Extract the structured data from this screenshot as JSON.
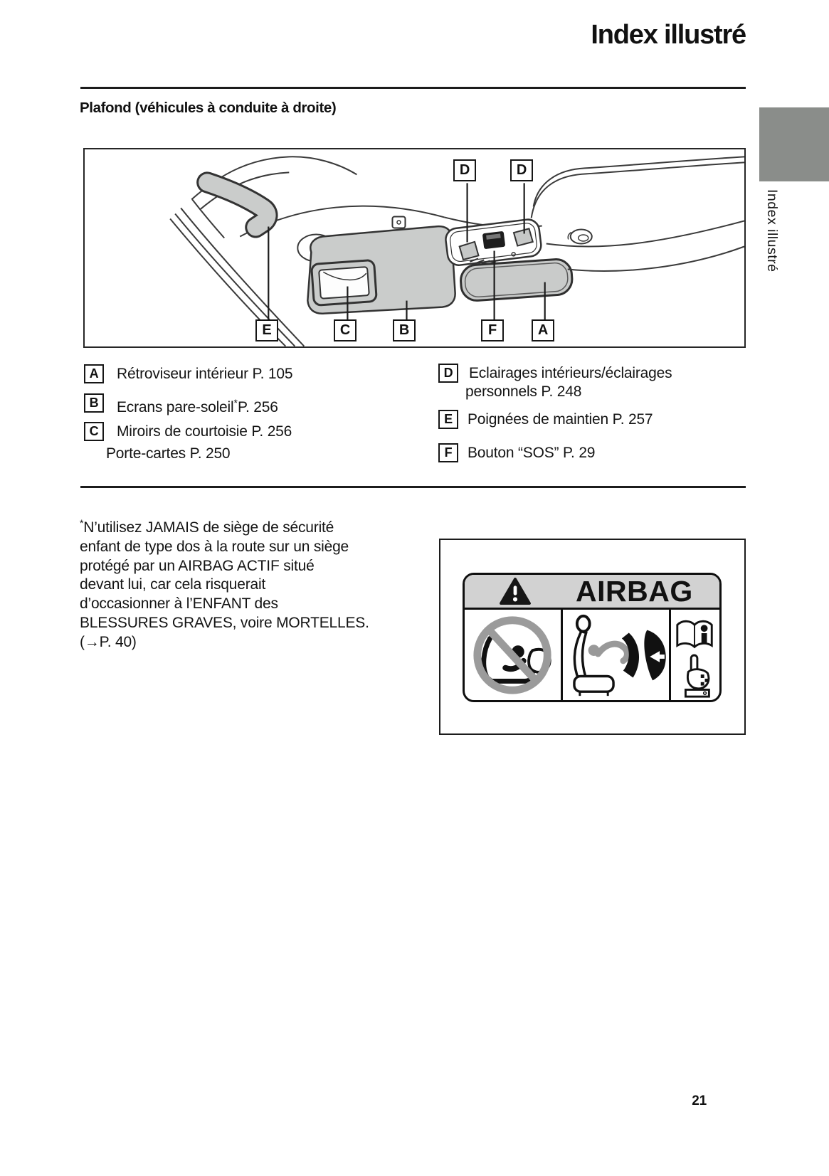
{
  "page": {
    "number": "21",
    "background": "#ffffff"
  },
  "header": {
    "title": "Index illustré"
  },
  "section": {
    "heading": "Plafond (véhicules à conduite à droite)"
  },
  "sidebar_tab": {
    "label": "Index illustré",
    "color": "#8a8d8a"
  },
  "diagram": {
    "top_callouts": [
      {
        "letter": "D"
      },
      {
        "letter": "D"
      }
    ],
    "bottom_callouts": [
      {
        "letter": "E"
      },
      {
        "letter": "C"
      },
      {
        "letter": "B"
      },
      {
        "letter": "F"
      },
      {
        "letter": "A"
      }
    ],
    "depicted_parts": [
      "grab-handle",
      "sun-visor",
      "vanity-mirror",
      "overhead-console",
      "interior-lights",
      "rearview-mirror",
      "sos-button"
    ]
  },
  "legend": {
    "left": [
      {
        "letter": "A",
        "text": "Rétroviseur intérieur P. 105"
      },
      {
        "letter": "B",
        "text_before": "Ecrans pare-soleil",
        "sup": "*",
        "text_after": "P. 256"
      },
      {
        "letter": "C",
        "text": "Miroirs de courtoisie P. 256",
        "text2": "Porte-cartes P. 250"
      }
    ],
    "right": [
      {
        "letter": "D",
        "text": "Eclairages intérieurs/éclairages",
        "text2": "personnels P. 248"
      },
      {
        "letter": "E",
        "text": "Poignées de maintien P. 257"
      },
      {
        "letter": "F",
        "text": "Bouton “SOS” P. 29"
      }
    ]
  },
  "footnote": {
    "sup": "*",
    "lines": [
      "N’utilisez JAMAIS de siège de sécurité",
      "enfant de type dos à la route sur un siège",
      "protégé par un AIRBAG ACTIF situé",
      "devant lui, car cela risquerait",
      "d’occasionner à l’ENFANT des",
      "BLESSURES GRAVES, voire MORTELLES.",
      "(→P. 40)"
    ]
  },
  "warning_label": {
    "header_text": "AIRBAG",
    "header_bg": "#d2d2d2",
    "warning_icon": "warning-triangle-icon",
    "panels": [
      {
        "icon": "no-rear-facing-child-seat-icon"
      },
      {
        "icon": "airbag-deployment-icon"
      },
      {
        "icon": "owners-manual-hand-icon"
      }
    ]
  },
  "colors": {
    "tab_gray": "#8a8d8a",
    "warning_header_bg": "#d2d2d2",
    "diagram_fill_gray": "#cacccb",
    "prohibition_gray": "#9b9b9b",
    "text": "#1a1a1a"
  }
}
